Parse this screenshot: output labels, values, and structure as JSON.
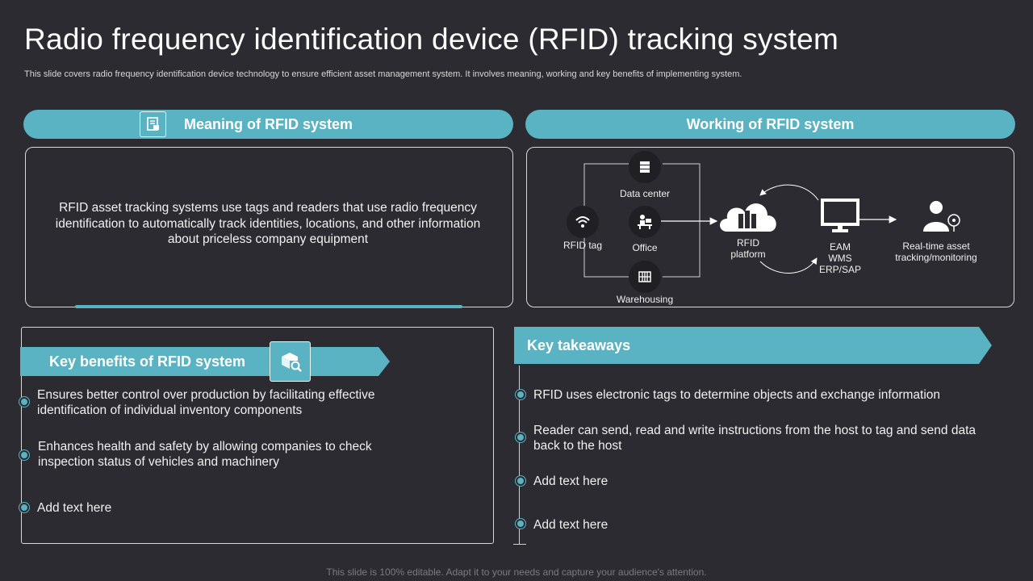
{
  "header": {
    "title": "Radio frequency identification device (RFID) tracking system",
    "subtitle": "This slide covers radio frequency identification device technology to ensure efficient asset management system. It involves meaning, working and key benefits of implementing system."
  },
  "meaning": {
    "heading": "Meaning of RFID system",
    "icon": "document-icon",
    "text": "RFID asset tracking systems use tags and readers that use radio frequency identification to automatically track identities, locations, and other information about priceless company equipment"
  },
  "working": {
    "heading": "Working of RFID system",
    "nodes": {
      "data_center": "Data center",
      "rfid_tag": "RFID tag",
      "office": "Office",
      "warehousing": "Warehousing",
      "rfid_platform_line1": "RFID",
      "rfid_platform_line2": "platform",
      "eam_line1": "EAM",
      "eam_line2": "WMS",
      "eam_line3": "ERP/SAP",
      "realtime_line1": "Real-time asset",
      "realtime_line2": "tracking/monitoring"
    }
  },
  "benefits": {
    "heading": "Key benefits of RFID system",
    "icon": "package-search-icon",
    "items": [
      "Ensures better control over production by facilitating effective identification of individual inventory  components",
      "Enhances health and safety by allowing companies to check inspection status of vehicles and machinery",
      "Add text here"
    ]
  },
  "takeaways": {
    "heading": "Key takeaways",
    "items": [
      "RFID uses electronic tags to determine objects and exchange information",
      "Reader can send, read and write instructions from the host to tag and send data back to the host",
      "Add text here",
      "Add text here"
    ]
  },
  "colors": {
    "accent": "#59b3c2",
    "background": "#2b2b31"
  },
  "footer": "This slide is 100% editable. Adapt it to your needs and capture your audience's attention."
}
